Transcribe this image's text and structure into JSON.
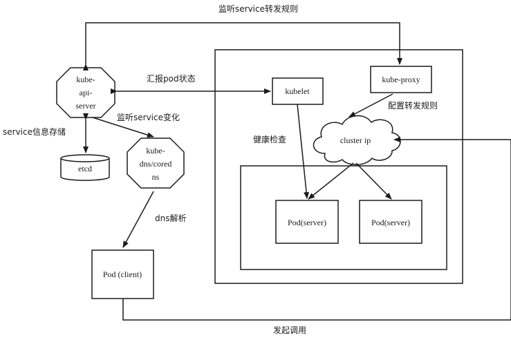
{
  "nodes": {
    "api_server": [
      "kube-",
      "api-",
      "server"
    ],
    "etcd": "etcd",
    "coredns": [
      "kube-",
      "dns/cored",
      "ns"
    ],
    "pod_client": "Pod (client)",
    "kubelet": "kubelet",
    "kube_proxy": "kube-proxy",
    "cluster_ip": "cluster ip",
    "pod_server_1": "Pod(server)",
    "pod_server_2": "Pod(server)"
  },
  "labels": {
    "watch_forward_rules": "监听service转发规则",
    "report_pod_status": "汇报pod状态",
    "watch_service_change": "监听service变化",
    "service_info_storage": "service信息存储",
    "configure_forward_rules": "配置转发规则",
    "health_check": "健康检查",
    "dns_resolve": "dns解析",
    "initiate_call": "发起调用"
  },
  "colors": {
    "stroke": "#1a1a1a",
    "background": "#ffffff"
  }
}
